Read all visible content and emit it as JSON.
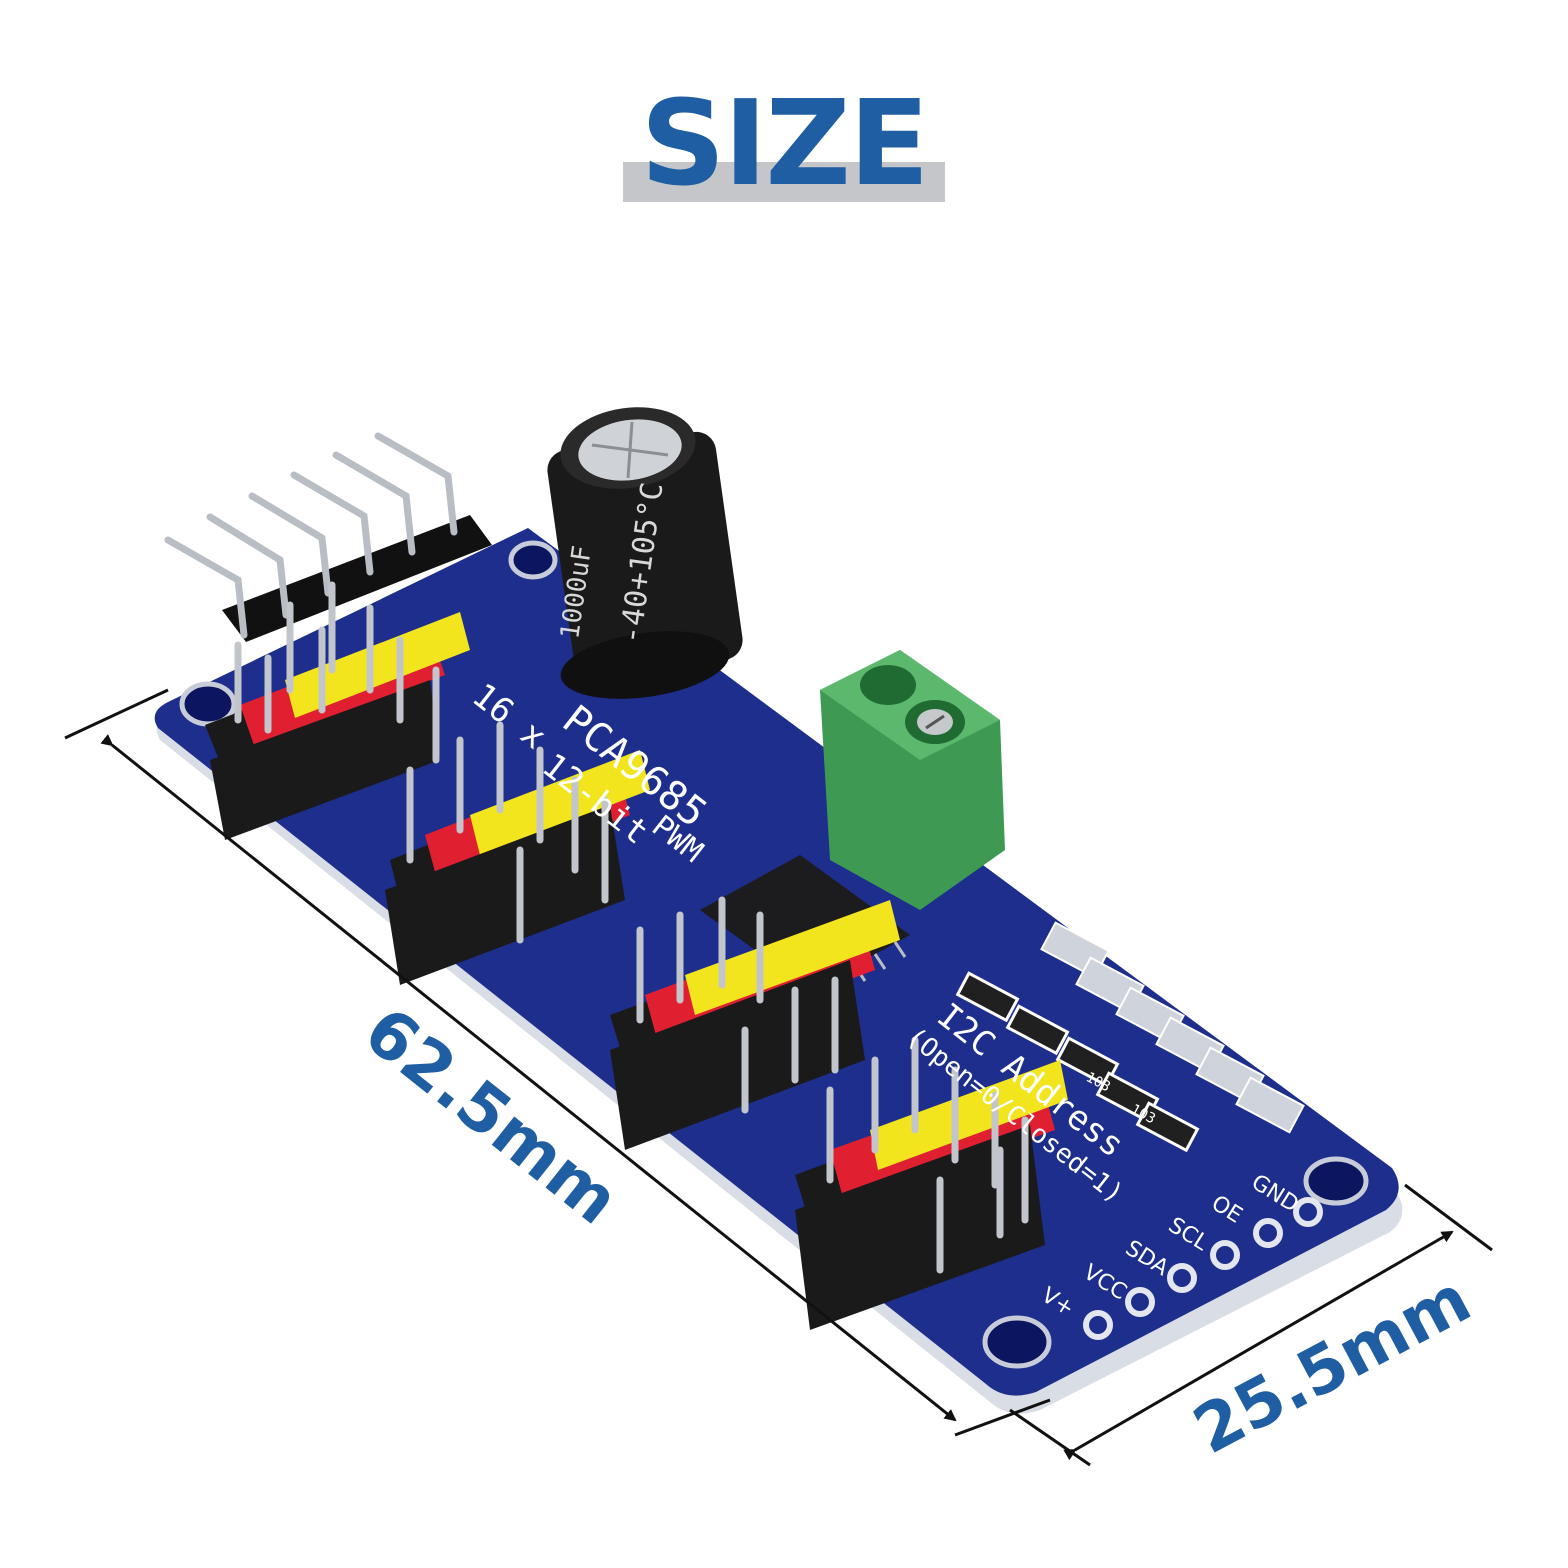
{
  "header": {
    "title": "SIZE"
  },
  "dimensions": {
    "length_label": "62.5mm",
    "width_label": "25.5mm"
  },
  "board": {
    "chip_label": "PCA9685",
    "silk_channels": "16 x",
    "silk_bits": "12-bit",
    "silk_pwm": "PWM",
    "silk_address": "I2C Address",
    "silk_address_note": "(Open=0/Closed=1)",
    "header_pins": [
      "GND",
      "OE",
      "SCL",
      "SDA",
      "VCC",
      "V+"
    ],
    "resistor_code": "103",
    "capacitor_rating": "1000uF",
    "capacitor_temp": "-40+105°C"
  },
  "colors": {
    "title_blue": "#1f5ea3",
    "title_bar_gray": "#c4c6c9",
    "pcb_blue": "#1d2e8c",
    "terminal_green": "#3e9a52",
    "pin_red": "#e02030",
    "pin_yellow": "#f2e51e",
    "pin_black": "#1a1a1a"
  }
}
